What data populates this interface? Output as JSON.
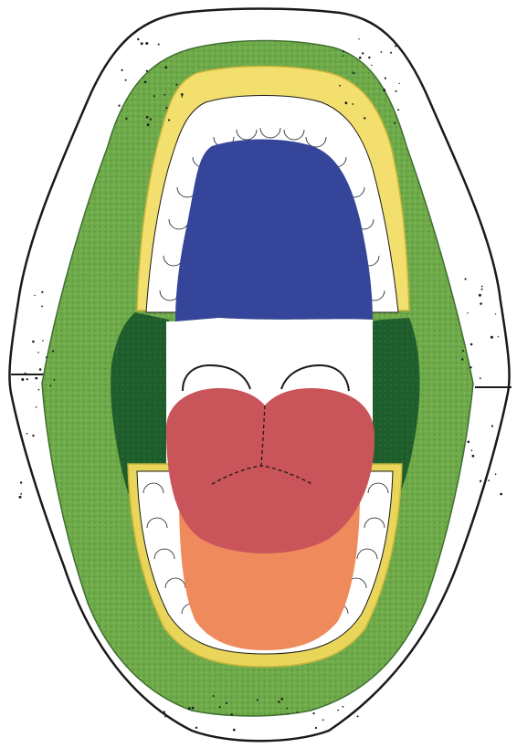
{
  "diagram": {
    "subject": "open-mouth-oral-cavity-regions",
    "colors": {
      "background": "#ffffff",
      "outline": "#1a1a1a",
      "lips": "#ffffff",
      "mucosa_green": "#6faa4a",
      "mucosa_green_speckle": "#4f8f36",
      "mucosa_dark_green": "#1f5e2c",
      "upper_gingiva_yellow": "#f2df6e",
      "teeth": "#ffffff",
      "hard_palate_blue": "#34459a",
      "soft_palate_white": "#ffffff",
      "tongue_dorsum_red": "#c9545a",
      "tongue_anterior_orange": "#ef8a5c",
      "lower_gingiva_yellow": "#e9d55a"
    },
    "regions": [
      {
        "id": "lips",
        "color_key": "lips"
      },
      {
        "id": "buccal-mucosa",
        "color_key": "mucosa_green"
      },
      {
        "id": "retromolar-area",
        "color_key": "mucosa_dark_green"
      },
      {
        "id": "upper-gingiva",
        "color_key": "upper_gingiva_yellow"
      },
      {
        "id": "hard-palate",
        "color_key": "hard_palate_blue"
      },
      {
        "id": "soft-palate",
        "color_key": "soft_palate_white"
      },
      {
        "id": "tongue-dorsum",
        "color_key": "tongue_dorsum_red"
      },
      {
        "id": "tongue-anterior",
        "color_key": "tongue_anterior_orange"
      },
      {
        "id": "lower-gingiva",
        "color_key": "lower_gingiva_yellow"
      }
    ]
  }
}
